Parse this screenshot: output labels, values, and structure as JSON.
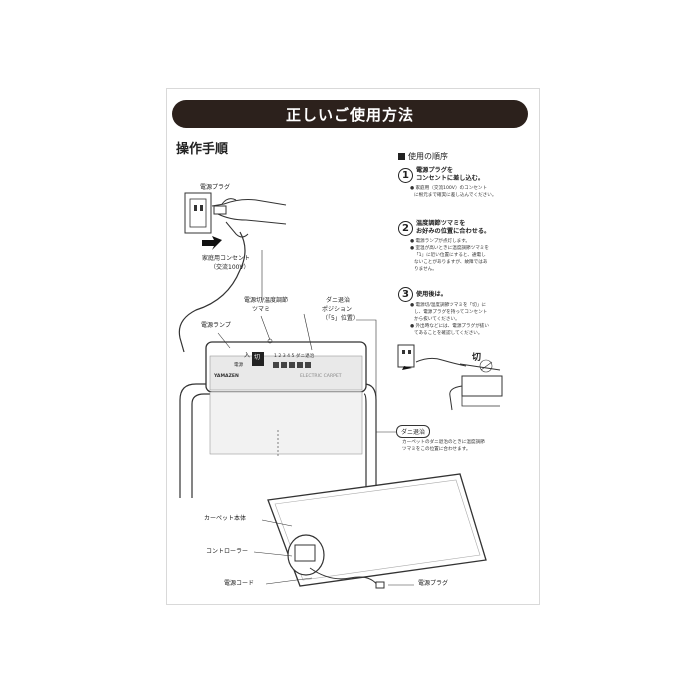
{
  "banner_title": "正しいご使用方法",
  "section_title": "操作手順",
  "usage_order_title": "使用の順序",
  "steps": [
    {
      "num": "1",
      "title_line1": "電源プラグを",
      "title_line2": "コンセントに差し込む。",
      "notes": [
        "● 家庭用（交流100V）のコンセント",
        "に根元まで確実に差し込んでください。"
      ]
    },
    {
      "num": "2",
      "title_line1": "温度調節ツマミを",
      "title_line2": "お好みの位置に合わせる。",
      "notes": [
        "● 電源ランプが点灯します。",
        "● 室温が高いときに温度調節ツマミを",
        "「1」に近い位置にすると、通電し",
        "ないことがありますが、故障ではあ",
        "りません。"
      ]
    },
    {
      "num": "3",
      "title_line1": "使用後は。",
      "title_line2": "",
      "notes": [
        "● 電源切/温度調節ツマミを「切」に",
        "し、電源プラグを持ってコンセント",
        "から抜いてください。",
        "● 外出時などには、電源プラグが抜い",
        "てあることを確認してください。"
      ]
    }
  ],
  "labels": {
    "power_plug_top": "電源プラグ",
    "household_outlet_1": "家庭用コンセント",
    "household_outlet_2": "（交流100V）",
    "power_off_temp_knob_1": "電源切/温度調節",
    "power_off_temp_knob_2": "ツマミ",
    "power_lamp": "電源ランプ",
    "mite_position_1": "ダニ退治",
    "mite_position_2": "ポジション",
    "mite_position_3": "（「5」位置）",
    "off_label": "切",
    "mite_box_title": "ダニ退治",
    "mite_box_text_1": "カーペットのダニ退治のときに温度調節",
    "mite_box_text_2": "ツマミをこの位置に合わせます。",
    "carpet_body": "カーペット本体",
    "controller": "コントローラー",
    "power_cord": "電源コード",
    "power_plug_bottom": "電源プラグ",
    "controller_brand": "YAMAZEN",
    "controller_off": "切",
    "controller_on": "入",
    "controller_scale": "1  2  3  4  5 ダニ退治",
    "controller_lamp": "電源",
    "controller_model": "ELECTRIC CARPET"
  }
}
